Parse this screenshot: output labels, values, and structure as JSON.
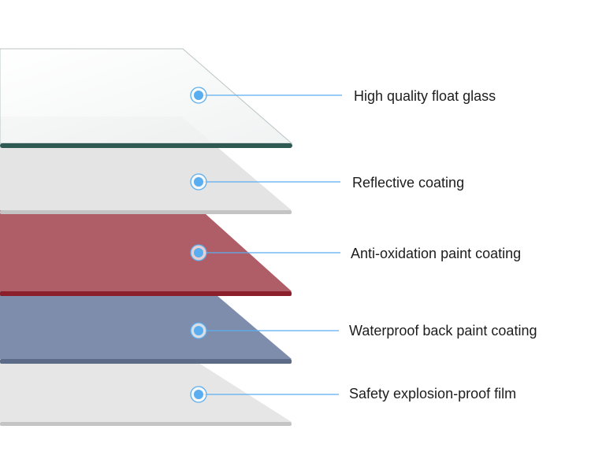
{
  "layers": [
    {
      "label": "High quality float glass",
      "color": "#f7f8f8",
      "edge_color": "#2f5a54",
      "type": "glass"
    },
    {
      "label": "Reflective coating",
      "color": "#e4e4e4",
      "edge_color": "#c4c4c4",
      "type": "reflective"
    },
    {
      "label": "Anti-oxidation paint coating",
      "color": "#af5d66",
      "edge_color": "#8c1f2c",
      "type": "red-paint"
    },
    {
      "label": "Waterproof back paint coating",
      "color": "#7e8dac",
      "edge_color": "#5c6b88",
      "type": "blue-paint"
    },
    {
      "label": "Safety explosion-proof film",
      "color": "#e6e6e6",
      "edge_color": "#c4c4c4",
      "type": "film"
    }
  ],
  "colors": {
    "marker": "#5aaef0",
    "leader_line": "#5aaef0"
  }
}
